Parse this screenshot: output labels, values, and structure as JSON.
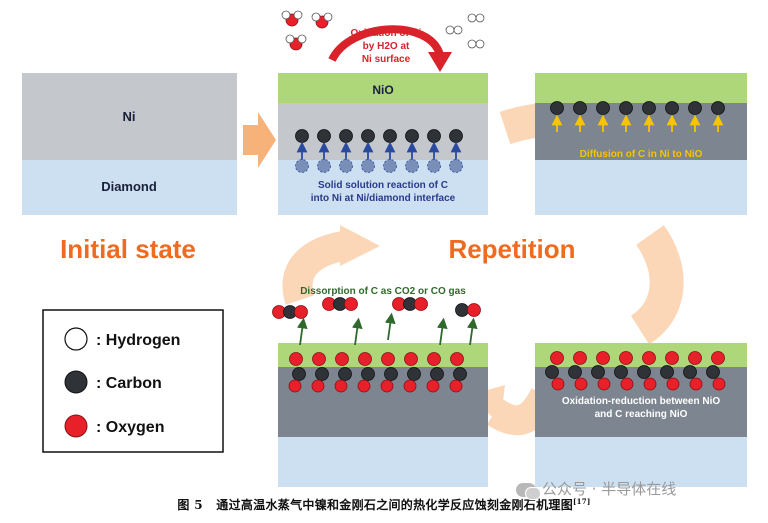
{
  "panels": {
    "initial": {
      "ni_label": "Ni",
      "diamond_label": "Diamond"
    },
    "step1": {
      "nio_label": "NiO",
      "oxidation_text": [
        "Oxidation of Ni",
        "by H2O at",
        "Ni surface"
      ],
      "reaction_text": [
        "Solid solution reaction of C",
        "into Ni at Ni/diamond interface"
      ]
    },
    "step2": {
      "diffusion_text": "Diffusion of C in Ni to NiO"
    },
    "step3": {
      "redox_text": [
        "Oxidation-reduction between NiO",
        "and C reaching NiO"
      ]
    },
    "step4": {
      "desorption_text": "Dissorption of C as CO2 or CO gas"
    }
  },
  "labels": {
    "initial_state": "Initial state",
    "repetition": "Repetition"
  },
  "legend": [
    {
      "symbol": "hydrogen",
      "label": ": Hydrogen"
    },
    {
      "symbol": "carbon",
      "label": ": Carbon"
    },
    {
      "symbol": "oxygen",
      "label": ": Oxygen"
    }
  ],
  "caption": {
    "number": "图 5",
    "text": "通过高温水蒸气中镍和金刚石之间的热化学反应蚀刻金刚石机理图",
    "ref": "[17]"
  },
  "watermark": "公众号 · 半导体在线",
  "colors": {
    "ni": "#c4c8cc",
    "ni_dark": "#7c8590",
    "diamond": "#cde0f2",
    "nio": "#aed77a",
    "carbon": "#2f3338",
    "oxygen": "#e8202a",
    "arrow_orange": "#f7b27a",
    "title_orange": "#f06b1f",
    "blue_arrow": "#2a4aa0",
    "yellow": "#f6c400"
  }
}
